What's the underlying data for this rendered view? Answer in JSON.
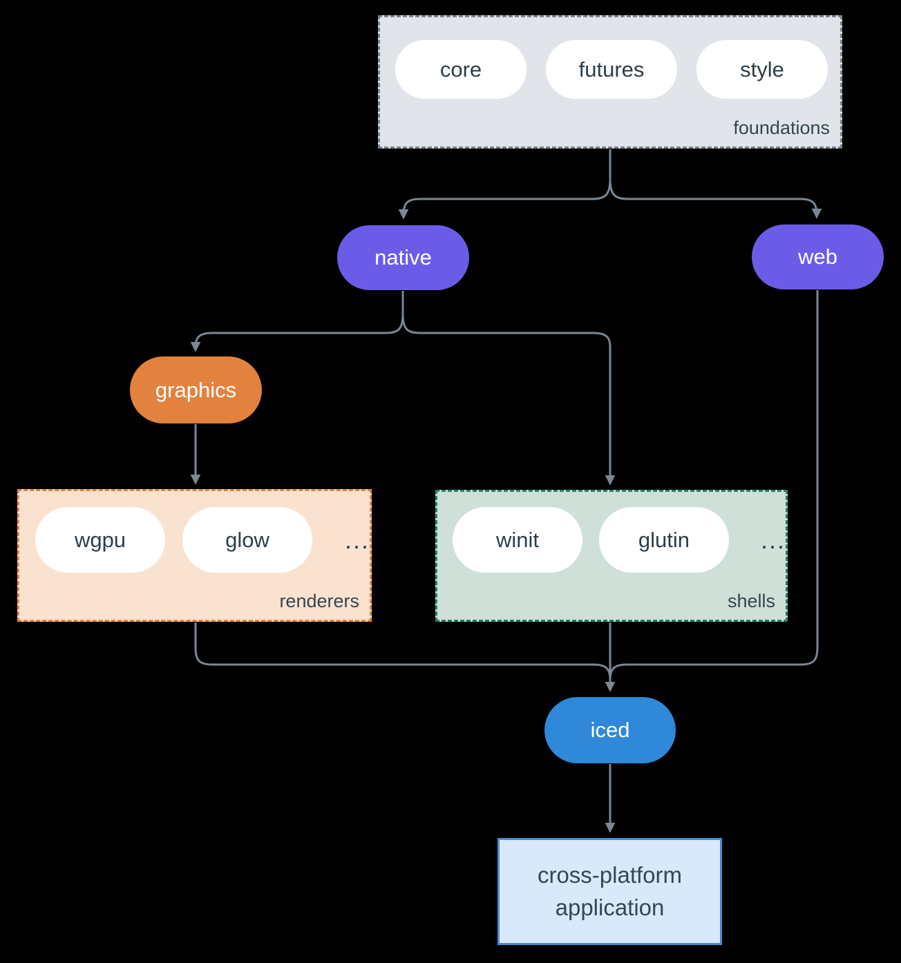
{
  "diagram": {
    "background_color": "#000000",
    "edge_color": "#7b8794",
    "groups": {
      "foundations": {
        "label": "foundations",
        "fill": "#e1e5e9",
        "border": "#76828f",
        "pills": [
          "core",
          "futures",
          "style"
        ]
      },
      "renderers": {
        "label": "renderers",
        "fill": "#fae2d1",
        "border": "#e8863f",
        "pills": [
          "wgpu",
          "glow"
        ],
        "more": "..."
      },
      "shells": {
        "label": "shells",
        "fill": "#cfe0d8",
        "border": "#23806b",
        "pills": [
          "winit",
          "glutin"
        ],
        "more": "..."
      }
    },
    "nodes": {
      "native": {
        "label": "native",
        "fill": "#6b5ce8",
        "text_color": "#ffffff"
      },
      "web": {
        "label": "web",
        "fill": "#6b5ce8",
        "text_color": "#ffffff"
      },
      "graphics": {
        "label": "graphics",
        "fill": "#e2823e",
        "text_color": "#ffffff"
      },
      "iced": {
        "label": "iced",
        "fill": "#2f88d8",
        "text_color": "#ffffff"
      },
      "application": {
        "label": "cross-platform application",
        "fill": "#d9e9f9",
        "border": "#3f8ed8",
        "text_color": "#35465a"
      }
    },
    "edges": [
      "foundations -> native",
      "foundations -> web",
      "native -> graphics",
      "native -> shells",
      "graphics -> renderers",
      "renderers -> iced",
      "shells -> iced",
      "web -> iced",
      "iced -> application"
    ]
  }
}
